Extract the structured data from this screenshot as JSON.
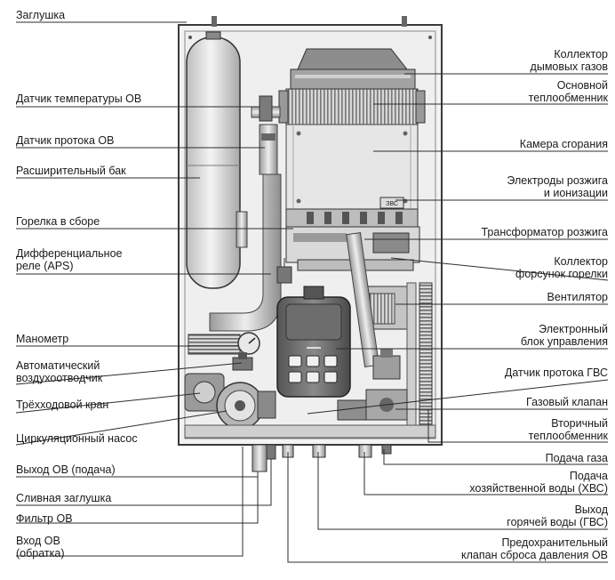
{
  "left_labels": [
    {
      "id": "zaglushka",
      "lines": [
        "Заглушка"
      ]
    },
    {
      "id": "datchik-temp-ov",
      "lines": [
        "Датчик температуры ОВ"
      ]
    },
    {
      "id": "datchik-protoka-ov",
      "lines": [
        "Датчик протока ОВ"
      ]
    },
    {
      "id": "rasshiritelny-bak",
      "lines": [
        "Расширительный бак"
      ]
    },
    {
      "id": "gorelka",
      "lines": [
        "Горелка в сборе"
      ]
    },
    {
      "id": "aps",
      "lines": [
        "Дифференциальное",
        "реле (APS)"
      ]
    },
    {
      "id": "manometr",
      "lines": [
        "Манометр"
      ]
    },
    {
      "id": "vozduhootvodchik",
      "lines": [
        "Автоматический",
        "воздухоотводчик"
      ]
    },
    {
      "id": "trehhodovoy-kran",
      "lines": [
        "Трёхходовой кран"
      ]
    },
    {
      "id": "nasos",
      "lines": [
        "Циркуляционный насос"
      ]
    },
    {
      "id": "vyhod-ov",
      "lines": [
        "Выход ОВ (подача)"
      ]
    },
    {
      "id": "slivnaya-zaglushka",
      "lines": [
        "Сливная заглушка"
      ]
    },
    {
      "id": "filtr-ov",
      "lines": [
        "Фильтр ОВ"
      ]
    },
    {
      "id": "vhod-ov",
      "lines": [
        "Вход ОВ",
        "(обратка)"
      ]
    }
  ],
  "right_labels": [
    {
      "id": "kollektor-dymovyh",
      "lines": [
        "Коллектор",
        "дымовых газов"
      ]
    },
    {
      "id": "osnovnoy-to",
      "lines": [
        "Основной",
        "теплообменник"
      ]
    },
    {
      "id": "kamera",
      "lines": [
        "Камера сгорания"
      ]
    },
    {
      "id": "elektrody",
      "lines": [
        "Электроды розжига",
        "и ионизации"
      ]
    },
    {
      "id": "transformator",
      "lines": [
        "Трансформатор розжига"
      ]
    },
    {
      "id": "forsunki",
      "lines": [
        "Коллектор",
        "форсунок горелки"
      ]
    },
    {
      "id": "ventilyator",
      "lines": [
        "Вентилятор"
      ]
    },
    {
      "id": "blok",
      "lines": [
        "Электронный",
        "блок управления"
      ]
    },
    {
      "id": "datchik-gvs",
      "lines": [
        "Датчик протока ГВС"
      ]
    },
    {
      "id": "gazovy-klapan",
      "lines": [
        "Газовый клапан"
      ]
    },
    {
      "id": "vtorichny-to",
      "lines": [
        "Вторичный",
        "теплообменник"
      ]
    },
    {
      "id": "podacha-gaza",
      "lines": [
        "Подача газа"
      ]
    },
    {
      "id": "hvs",
      "lines": [
        "Подача",
        "хозяйственной воды (ХВС)"
      ]
    },
    {
      "id": "gvs",
      "lines": [
        "Выход",
        "горячей воды (ГВС)"
      ]
    },
    {
      "id": "predohranitelny",
      "lines": [
        "Предохранительный",
        "клапан сброса давления ОВ"
      ]
    }
  ],
  "panel_badge": "ЗВС"
}
